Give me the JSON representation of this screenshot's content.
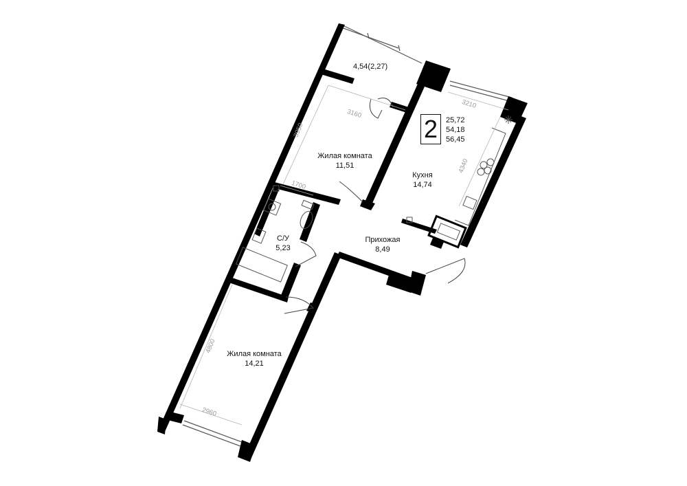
{
  "apartment": {
    "room_count": "2",
    "areas": [
      "25,72",
      "54,18",
      "56,45"
    ]
  },
  "rooms": {
    "balcony": {
      "area": "4,54(2,27)"
    },
    "bedroom_top": {
      "name": "Жилая комната",
      "area": "11,51"
    },
    "kitchen": {
      "name": "Кухня",
      "area": "14,74"
    },
    "bathroom": {
      "name": "С/У",
      "area": "5,23"
    },
    "hallway": {
      "name": "Прихожая",
      "area": "8,49"
    },
    "bedroom_bottom": {
      "name": "Жилая комната",
      "area": "14,21"
    }
  },
  "dimensions": {
    "top_room_width": "3160",
    "top_room_depth": "3950",
    "bathroom_width": "1700",
    "kitchen_width": "3210",
    "kitchen_depth": "4340",
    "bottom_room_depth": "4800",
    "bottom_room_width": "2960"
  },
  "colors": {
    "wall": "#000000",
    "line": "#555555",
    "dimension": "#9a9a9a",
    "background": "#ffffff"
  }
}
